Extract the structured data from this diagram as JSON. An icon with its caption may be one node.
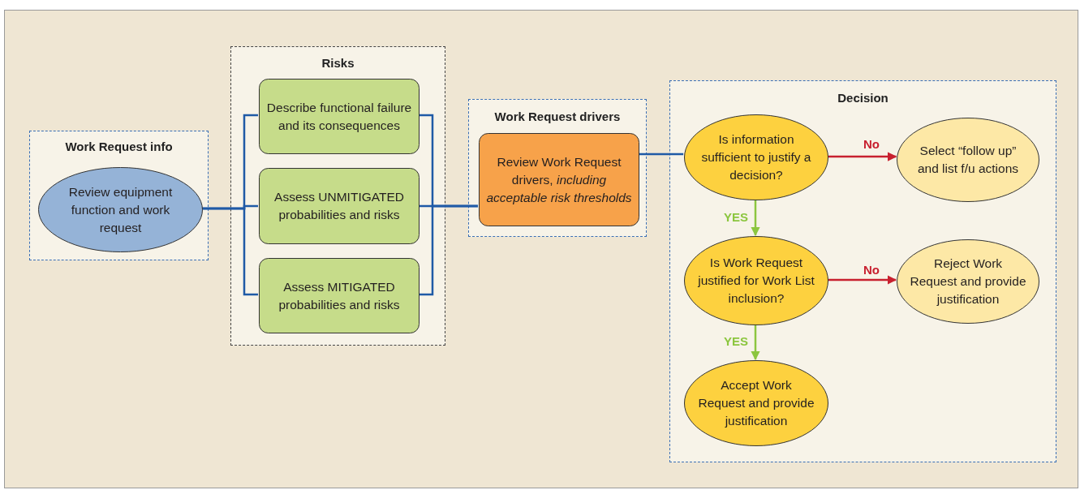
{
  "diagram": {
    "nodes": [
      {
        "text": [
          "Work Request info"
        ]
      },
      {
        "text": [
          "Review equipment function and work request"
        ],
        "in": 0
      },
      {
        "text": [
          "Risks"
        ]
      },
      {
        "text": [
          "Describe functional failure and its consequences"
        ],
        "in": 2
      },
      {
        "text": [
          "Assess UNMITIGATED probabilities and risks"
        ],
        "in": 2
      },
      {
        "text": [
          "Assess MITIGATED probabilities and risks"
        ],
        "in": 2
      },
      {
        "text": [
          "Work Request drivers"
        ]
      },
      {
        "text": [
          "Review Work Request drivers, *including acceptable risk thresholds*"
        ],
        "in": 6
      },
      {
        "text": [
          "Decision"
        ]
      },
      {
        "text": [
          "Is information sufficient to justify a decision?"
        ],
        "in": 8
      },
      {
        "text": [
          "Select “follow up” and list f/u actions"
        ],
        "in": 8
      },
      {
        "text": [
          "Is Work Request justified for Work List inclusion?"
        ],
        "in": 8
      },
      {
        "text": [
          "Reject Work Request and provide justification"
        ],
        "in": 8
      },
      {
        "text": [
          "Accept Work Request and provide justification"
        ],
        "in": 8
      }
    ],
    "edges": [
      {
        "from": 1,
        "to": 3,
        "arrow": "none"
      },
      {
        "from": 1,
        "to": 4,
        "arrow": "none"
      },
      {
        "from": 1,
        "to": 5,
        "arrow": "none"
      },
      {
        "from": 3,
        "to": 7,
        "arrow": "none"
      },
      {
        "from": 4,
        "to": 7,
        "arrow": "none"
      },
      {
        "from": 5,
        "to": 7,
        "arrow": "none"
      },
      {
        "from": 7,
        "to": 9,
        "arrow": "none"
      },
      {
        "from": 9,
        "to": 10,
        "arrow": "to",
        "label": "No",
        "color": "#c8202f"
      },
      {
        "from": 9,
        "to": 11,
        "arrow": "to",
        "label": "YES",
        "color": "#8cc63f"
      },
      {
        "from": 11,
        "to": 12,
        "arrow": "to",
        "label": "No",
        "color": "#c8202f"
      },
      {
        "from": 11,
        "to": 13,
        "arrow": "to",
        "label": "YES",
        "color": "#8cc63f"
      }
    ]
  }
}
